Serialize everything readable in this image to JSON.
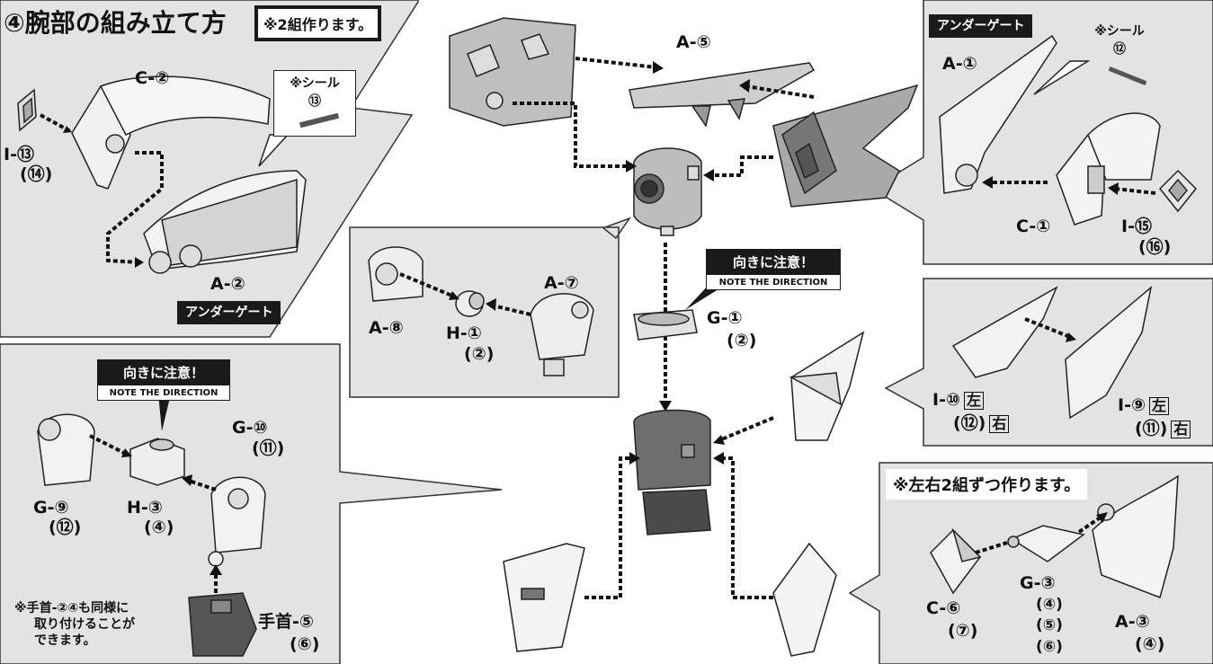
{
  "title": {
    "main": "④腕部の組み立て方",
    "make_note": "※2組作ります。"
  },
  "colors": {
    "panel_bg": "#e3e3e3",
    "part_fill": "#c9c9c9",
    "part_dark": "#5a5a5a",
    "black": "#1a1a1a"
  },
  "caution": {
    "jp": "向きに注意！",
    "en": "NOTE THE DIRECTION"
  },
  "top_left": {
    "label_c2": "C-②",
    "label_i13": "I-⑬",
    "label_i14": "(⑭)",
    "seal": {
      "line1": "※シール",
      "line2": "⑬"
    },
    "label_a2": "A-②",
    "under_gate": "アンダーゲート"
  },
  "center_top": {
    "label_a5": "A-⑤"
  },
  "top_right": {
    "under_gate": "アンダーゲート",
    "label_a1": "A-①",
    "seal": {
      "line1": "※シール",
      "line2": "⑫"
    },
    "label_c1": "C-①",
    "label_i15": "I-⑮",
    "label_i16": "(⑯)"
  },
  "center_panel": {
    "label_a8": "A-⑧",
    "label_h1": "H-①",
    "label_h2": "(②)",
    "label_a7": "A-⑦"
  },
  "center": {
    "label_g1": "G-①",
    "label_g2": "(②)"
  },
  "mid_right": {
    "label_i10": "I-⑩",
    "left_kanji": "左",
    "label_i12": "(⑫)",
    "right_kanji": "右",
    "label_i9": "I-⑨",
    "left_kanji_2": "左",
    "label_i11": "(⑪)",
    "right_kanji_2": "右"
  },
  "bottom_left": {
    "label_g10": "G-⑩",
    "label_g11": "(⑪)",
    "label_g9": "G-⑨",
    "label_g12": "(⑫)",
    "label_h3": "H-③",
    "label_h4": "(④)",
    "note_l1": "※手首-②④も同様に",
    "note_l2": "取り付けることが",
    "note_l3": "できます。",
    "label_wrist5": "手首-⑤",
    "label_wrist6": "(⑥)"
  },
  "bottom_right": {
    "make_note": "※左右2組ずつ作ります。",
    "label_c6": "C-⑥",
    "label_c7": "(⑦)",
    "label_g3": "G-③",
    "label_g4": "(④)",
    "label_g5": "(⑤)",
    "label_g6": "(⑥)",
    "label_a3": "A-③",
    "label_a4": "(④)"
  }
}
